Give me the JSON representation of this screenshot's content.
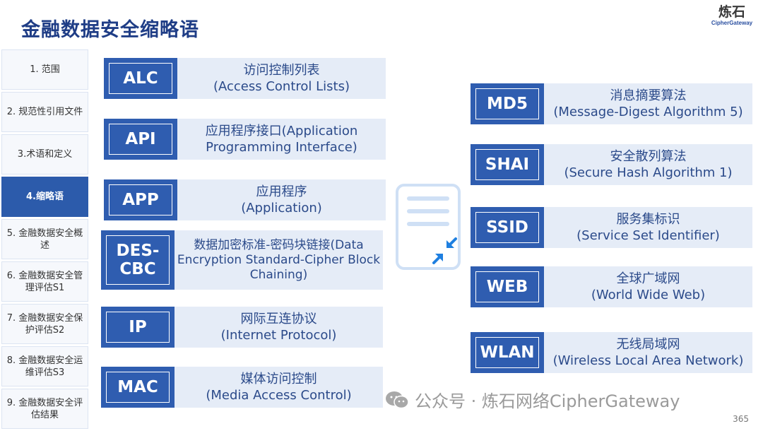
{
  "title": "金融数据安全缩略语",
  "logo": {
    "cn": "炼石",
    "en": "CipherGateway"
  },
  "sidebar": {
    "items": [
      {
        "label": "1. 范围",
        "active": false
      },
      {
        "label": "2. 规范性引用文件",
        "active": false
      },
      {
        "label": "3.术语和定义",
        "active": false
      },
      {
        "label": "4.缩略语",
        "active": true
      },
      {
        "label": "5. 金融数据安全概述",
        "active": false
      },
      {
        "label": "6. 金融数据安全管理评估S1",
        "active": false
      },
      {
        "label": "7. 金融数据安全保护评估S2",
        "active": false
      },
      {
        "label": "8. 金融数据安全运维评估S3",
        "active": false
      },
      {
        "label": "9. 金融数据安全评估结果",
        "active": false
      }
    ]
  },
  "left_terms": [
    {
      "abbr": "ALC",
      "cn": "访问控制列表",
      "en": "(Access Control Lists)"
    },
    {
      "abbr": "API",
      "cn": "应用程序接口(Application",
      "en": "Programming Interface)"
    },
    {
      "abbr": "APP",
      "cn": "应用程序",
      "en": "(Application)"
    },
    {
      "abbr": "DES-\nCBC",
      "cn": "数据加密标准-密码块链接(Data",
      "en": "Encryption Standard-Cipher Block",
      "en2": "Chaining)"
    },
    {
      "abbr": "IP",
      "cn": "网际互连协议",
      "en": "(Internet Protocol)"
    },
    {
      "abbr": "MAC",
      "cn": "媒体访问控制",
      "en": "(Media Access Control)"
    }
  ],
  "right_terms": [
    {
      "abbr": "MD5",
      "cn": "消息摘要算法",
      "en": "(Message-Digest Algorithm 5)"
    },
    {
      "abbr": "SHAI",
      "cn": "安全散列算法",
      "en": "(Secure Hash Algorithm 1)"
    },
    {
      "abbr": "SSID",
      "cn": "服务集标识",
      "en": "(Service Set Identifier)"
    },
    {
      "abbr": "WEB",
      "cn": "全球广域网",
      "en": "(World Wide Web)"
    },
    {
      "abbr": "WLAN",
      "cn": "无线局域网",
      "en": "(Wireless Local Area Network)"
    }
  ],
  "watermark": "公众号 · 炼石网络CipherGateway",
  "page_number": "365"
}
